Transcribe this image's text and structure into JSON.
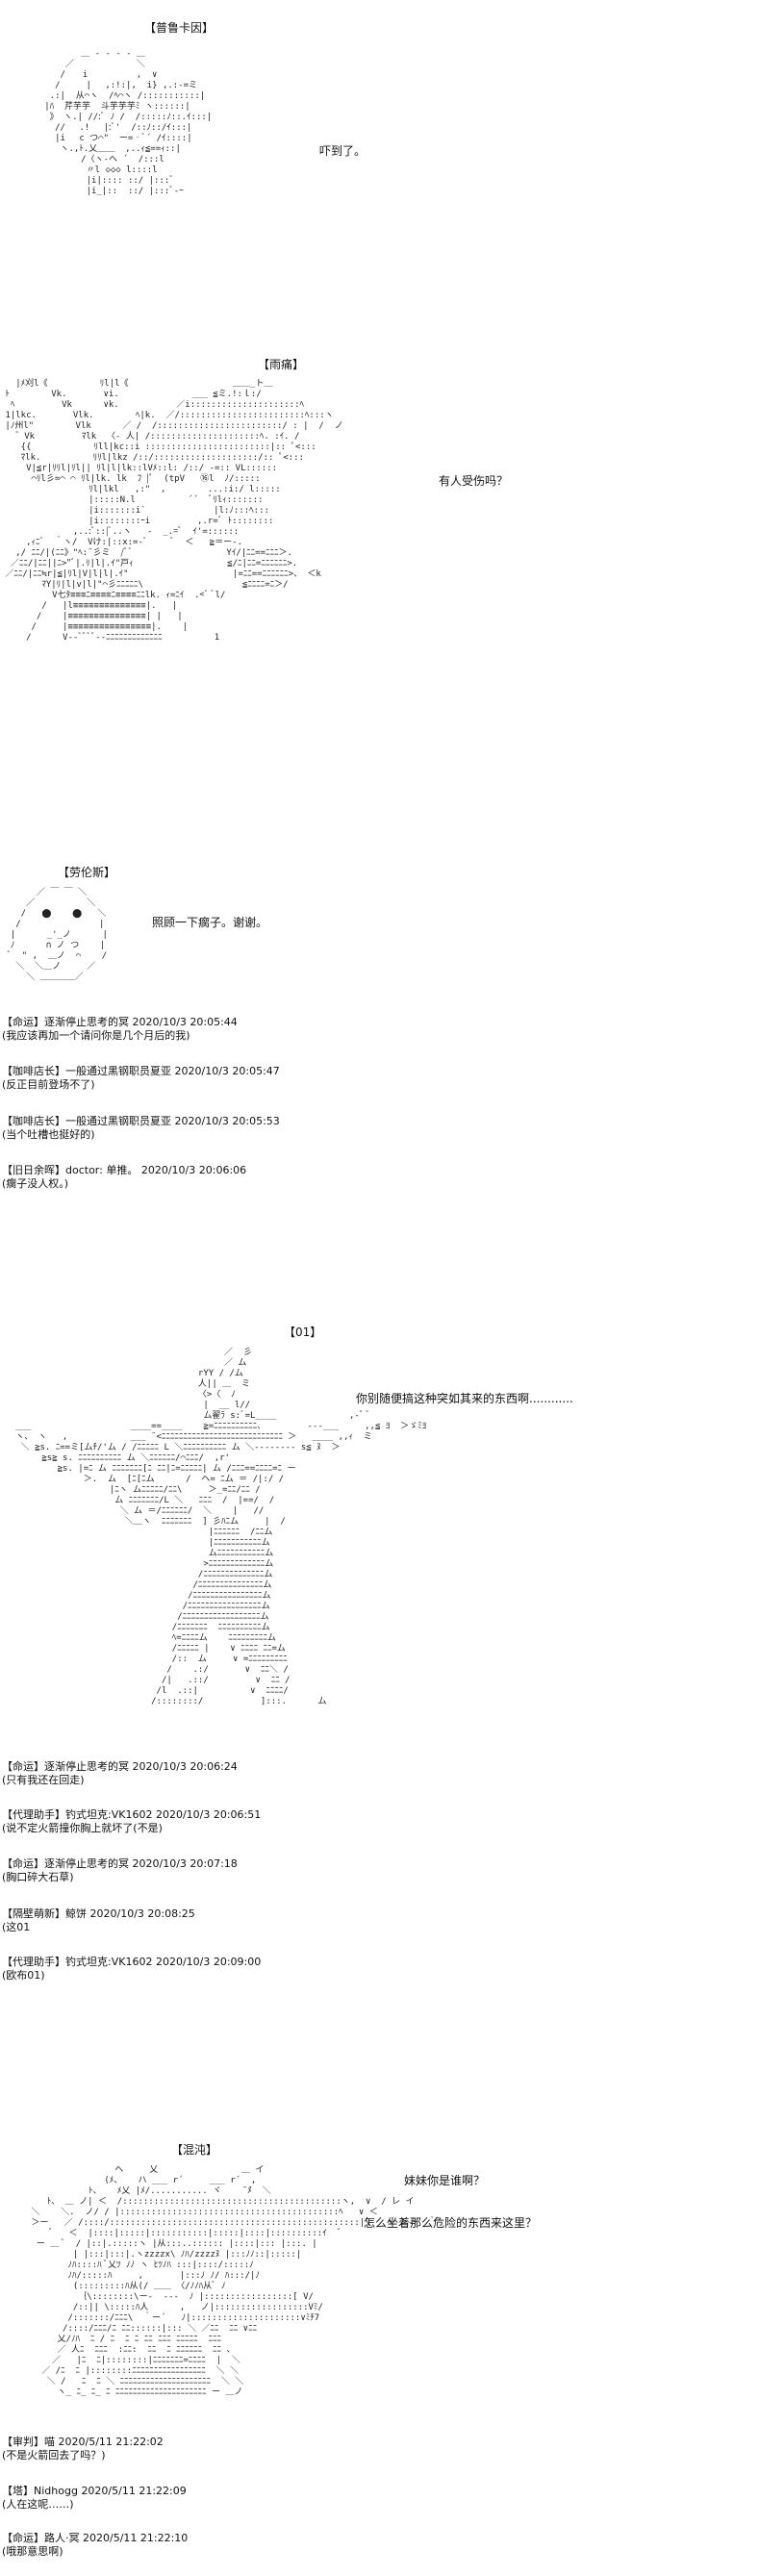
{
  "scenes": [
    {
      "label": "【普鲁卡因】",
      "dialogue": [
        "吓到了。"
      ]
    },
    {
      "label": "【雨痛】",
      "dialogue": [
        "有人受伤吗？"
      ]
    },
    {
      "label": "【劳伦斯】",
      "dialogue": [
        "照顾一下瘸子。谢谢。"
      ],
      "comments": [
        {
          "name": "【命运】逐渐停止思考的冥",
          "date": "2020/10/3 20:05:44",
          "body": "(我应该再加一个请问你是几个月后的我)"
        },
        {
          "name": "【咖啡店长】一般通过黑钢职员夏亚",
          "date": "2020/10/3 20:05:47",
          "body": "(反正目前登场不了)"
        },
        {
          "name": "【咖啡店长】一般通过黑钢职员夏亚",
          "date": "2020/10/3 20:05:53",
          "body": "(当个吐槽也挺好的)"
        },
        {
          "name": "【旧日余晖】doctor: 单推。",
          "date": "2020/10/3 20:06:06",
          "body": "(瘸子没人权。)"
        }
      ]
    },
    {
      "label": "【01】",
      "dialogue": [
        "你别随便搞这种突如其来的东西啊............"
      ],
      "comments": [
        {
          "name": "【命运】逐渐停止思考的冥",
          "date": "2020/10/3 20:06:24",
          "body": "(只有我还在回走)"
        },
        {
          "name": "【代理助手】钓式坦克:VK1602",
          "date": "2020/10/3 20:06:51",
          "body": "(说不定火箭撞你胸上就坏了(不是)"
        },
        {
          "name": "【命运】逐渐停止思考的冥",
          "date": "2020/10/3 20:07:18",
          "body": "(胸口碎大石草)"
        },
        {
          "name": "【隔壁萌新】鲸饼",
          "date": "2020/10/3 20:08:25",
          "body": "(这01"
        },
        {
          "name": "【代理助手】钓式坦克:VK1602",
          "date": "2020/10/3 20:09:00",
          "body": "(欧布01)"
        }
      ]
    },
    {
      "label": "【混沌】",
      "dialogue": [
        "妹妹你是谁啊？",
        "怎么坐着那么危险的东西来这里？"
      ],
      "comments": [
        {
          "name": "【审判】喵",
          "date": "2020/5/11 21:22:02",
          "body": "(不是火箭回去了吗？)"
        },
        {
          "name": "【塔】Nidhogg",
          "date": "2020/5/11 21:22:09",
          "body": "(人在这呢……)"
        },
        {
          "name": "【命运】路人·冥",
          "date": "2020/5/11 21:22:10",
          "body": "(哦那意思啊)"
        }
      ]
    }
  ]
}
